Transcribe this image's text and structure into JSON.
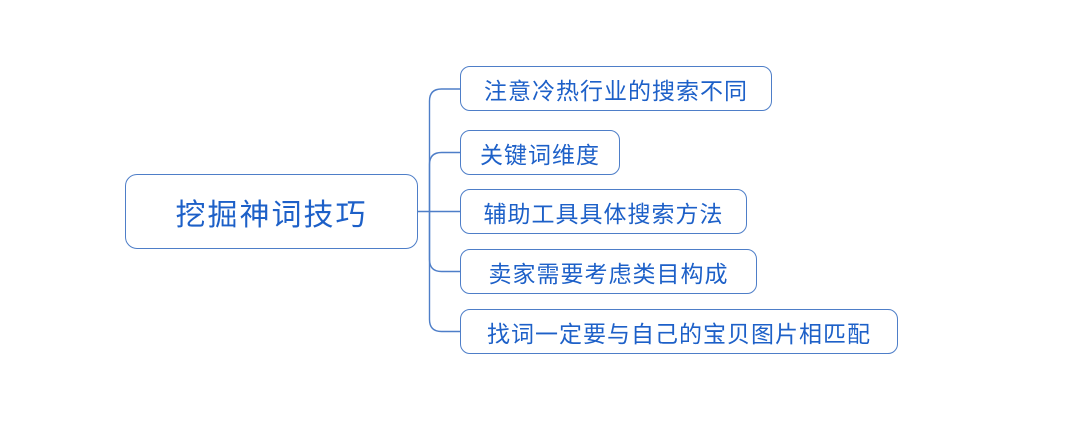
{
  "diagram": {
    "type": "mindmap",
    "root": {
      "label": "挖掘神词技巧"
    },
    "children": [
      {
        "label": "注意冷热行业的搜索不同"
      },
      {
        "label": "关键词维度"
      },
      {
        "label": "辅助工具具体搜索方法"
      },
      {
        "label": "卖家需要考虑类目构成"
      },
      {
        "label": "找词一定要与自己的宝贝图片相匹配"
      }
    ],
    "colors": {
      "text": "#1d60c8",
      "node_border": "#4e7ec8",
      "connector_line": "#4e7ec8",
      "background": "#ffffff"
    }
  }
}
